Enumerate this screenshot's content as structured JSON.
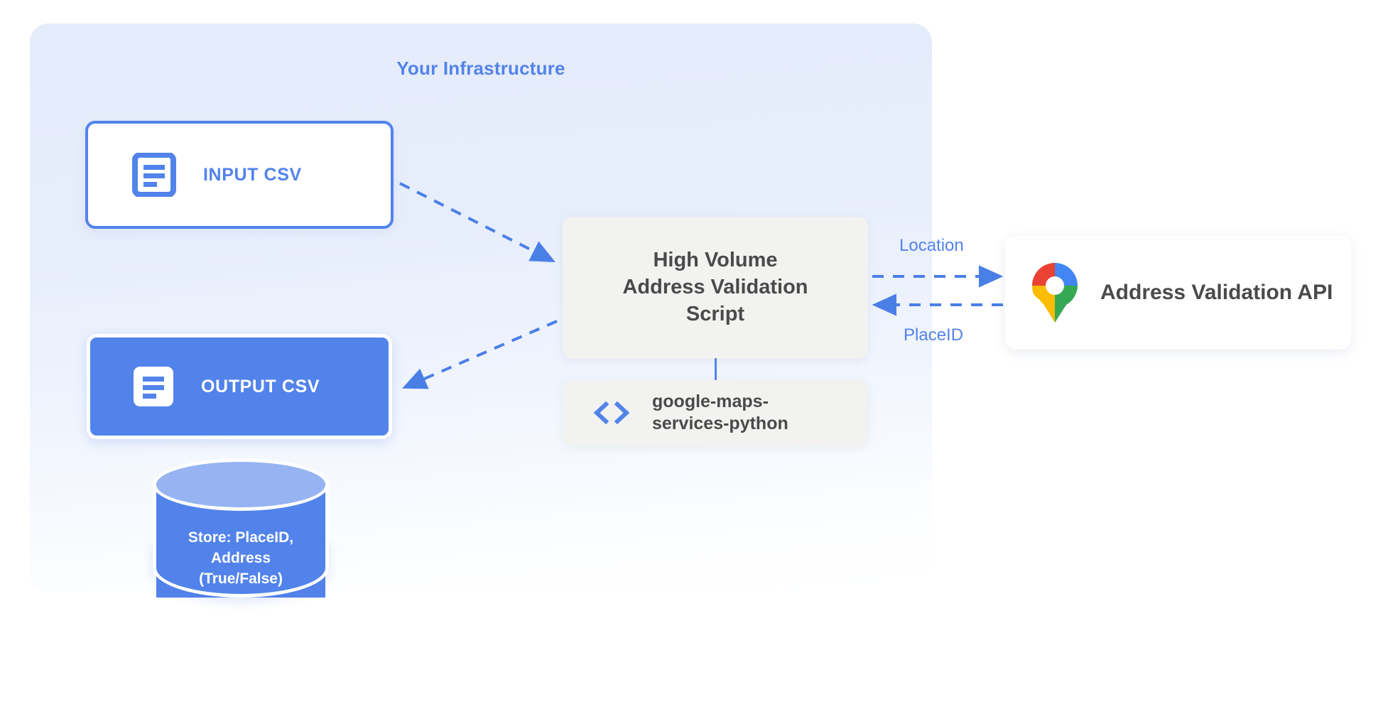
{
  "panel": {
    "title": "Your Infrastructure"
  },
  "nodes": {
    "input_csv": {
      "label": "INPUT CSV",
      "icon": "document-icon"
    },
    "output_csv": {
      "label": "OUTPUT CSV",
      "icon": "document-icon"
    },
    "script": {
      "line1": "High Volume",
      "line2": "Address Validation",
      "line3": "Script"
    },
    "library": {
      "line1": "google-maps-",
      "line2": "services-python",
      "icon": "code-icon"
    },
    "api": {
      "label": "Address Validation API",
      "icon": "google-maps-pin-icon"
    },
    "database": {
      "line1": "Store: PlaceID,",
      "line2": "Address",
      "line3": "(True/False)"
    }
  },
  "edges": {
    "location_label": "Location",
    "placeid_label": "PlaceID"
  },
  "colors": {
    "brand_blue": "#5283eb",
    "panel_bg": "#e5ecfb",
    "box_gray": "#f2f2f0",
    "text_dark": "#4a4a4a",
    "db_top": "#96b4f2",
    "pin_blue": "#4285f4",
    "pin_red": "#ea4335",
    "pin_yellow": "#fbbc04",
    "pin_green": "#34a853"
  }
}
